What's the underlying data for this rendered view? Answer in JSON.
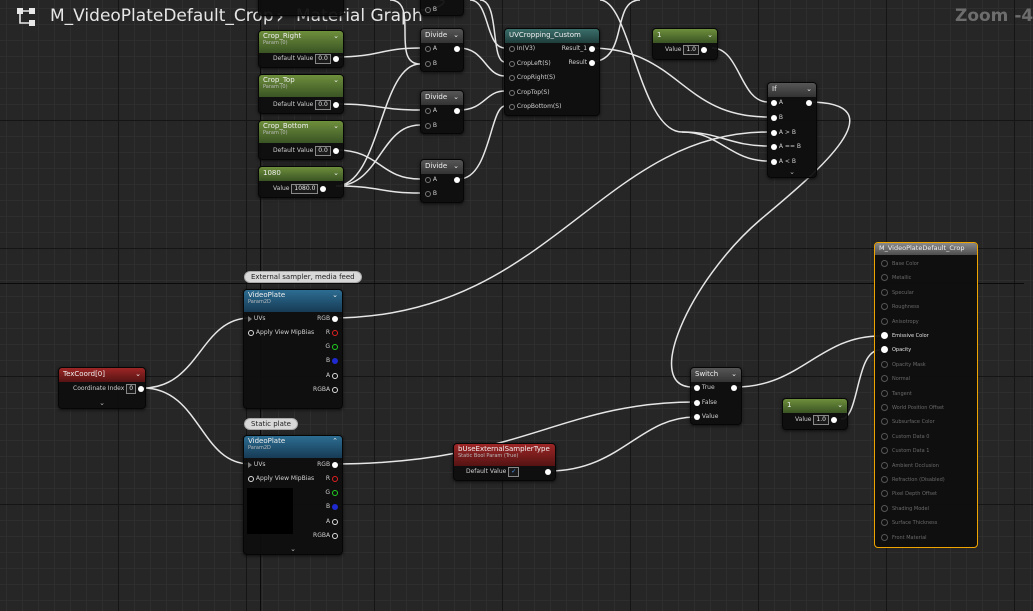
{
  "breadcrumb": {
    "material": "M_VideoPlateDefault_Crop",
    "graph": "Material Graph"
  },
  "zoom": "Zoom -4",
  "nodes": {
    "crop_right": {
      "title": "Crop_Right",
      "sub": "Param (0)",
      "label": "Default Value",
      "value": "0.0"
    },
    "crop_top": {
      "title": "Crop_Top",
      "sub": "Param (0)",
      "label": "Default Value",
      "value": "0.0"
    },
    "crop_bottom": {
      "title": "Crop_Bottom",
      "sub": "Param (0)",
      "label": "Default Value",
      "value": "0.0"
    },
    "const_1080": {
      "title": "1080",
      "label": "Value",
      "value": "1080.0"
    },
    "divide1": {
      "title": "Divide",
      "a": "A",
      "b": "B"
    },
    "divide2": {
      "title": "Divide",
      "a": "A",
      "b": "B"
    },
    "divide3": {
      "title": "Divide",
      "a": "A",
      "b": "B"
    },
    "top_b": {
      "b": "B"
    },
    "uv_crop": {
      "title": "UVCropping_Custom",
      "pins_in": [
        "In(V3)",
        "CropLeft(S)",
        "CropRight(S)",
        "CropTop(S)",
        "CropBottom(S)"
      ],
      "pins_out": [
        "Result_1",
        "Result"
      ]
    },
    "const_one_top": {
      "title": "1",
      "label": "Value",
      "value": "1.0"
    },
    "if_node": {
      "title": "If",
      "pins": [
        "A",
        "B",
        "A > B",
        "A == B",
        "A < B"
      ]
    },
    "texcoord": {
      "title": "TexCoord[0]",
      "label": "Coordinate Index",
      "value": "0"
    },
    "video_plate_ext": {
      "title": "VideoPlate",
      "sub": "Param2D",
      "inputs": [
        "UVs",
        "Apply View MipBias"
      ],
      "outputs": [
        "RGB",
        "R",
        "G",
        "B",
        "A",
        "RGBA"
      ]
    },
    "video_plate_static": {
      "title": "VideoPlate",
      "sub": "Param2D",
      "inputs": [
        "UVs",
        "Apply View MipBias"
      ],
      "outputs": [
        "RGB",
        "R",
        "G",
        "B",
        "A",
        "RGBA"
      ]
    },
    "switch": {
      "title": "Switch",
      "pins": [
        "True",
        "False",
        "Value"
      ]
    },
    "const_one_bottom": {
      "title": "1",
      "label": "Value",
      "value": "1.0"
    },
    "bool_param": {
      "title": "bUseExternalSamplerType",
      "sub": "Static Bool Param (True)",
      "label": "Default Value"
    }
  },
  "comments": {
    "external": "External sampler, media feed",
    "static": "Static plate"
  },
  "material_node": {
    "title": "M_VideoPlateDefault_Crop",
    "pins": [
      "Base Color",
      "Metallic",
      "Specular",
      "Roughness",
      "Anisotropy",
      "Emissive Color",
      "Opacity",
      "Opacity Mask",
      "Normal",
      "Tangent",
      "World Position Offset",
      "Subsurface Color",
      "Custom Data 0",
      "Custom Data 1",
      "Ambient Occlusion",
      "Refraction (Disabled)",
      "Pixel Depth Offset",
      "Shading Model",
      "Surface Thickness",
      "Front Material"
    ],
    "active_pins": [
      "Emissive Color",
      "Opacity"
    ]
  },
  "colors": {
    "accent": "#f0a400",
    "param_green": "#5d7f35",
    "texture_blue": "#2d6d92",
    "bool_red": "#9e2626",
    "wire": "#e8e8e8"
  }
}
